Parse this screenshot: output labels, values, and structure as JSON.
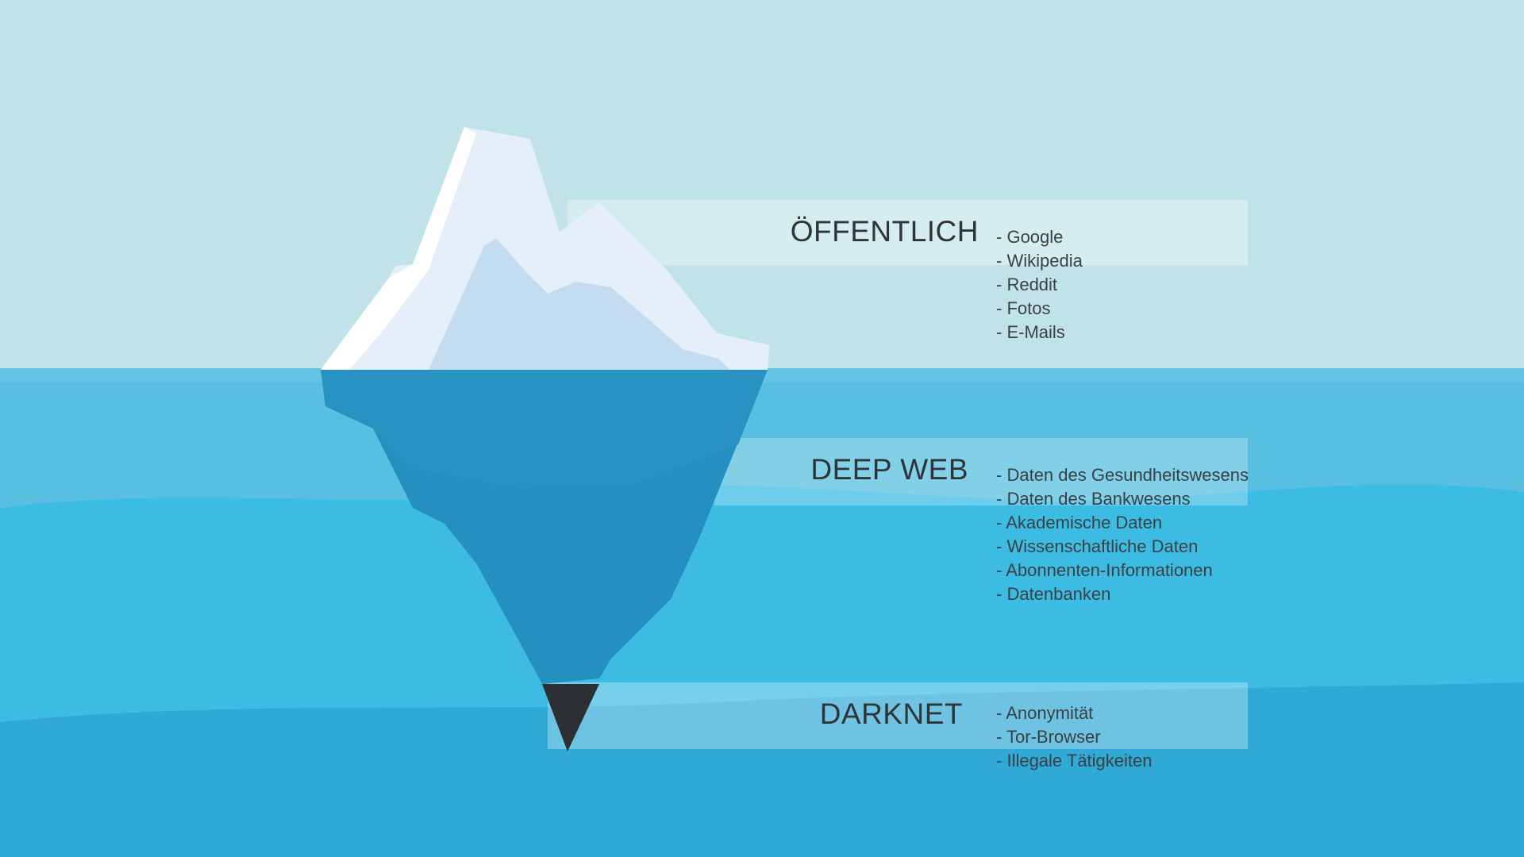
{
  "colors": {
    "sky": "#c0e3e9",
    "water_surface": "#58bfe0",
    "water_mid": "#3dbce3",
    "water_deep": "#31a9d6",
    "ice_light": "#ffffff",
    "ice_shade": "#c3dcf0",
    "ice_underwater": "#258fc0",
    "dark_tip": "#2d3033",
    "text": "#2f3438"
  },
  "layers": [
    {
      "title": "ÖFFENTLICH",
      "items": [
        "Google",
        "Wikipedia",
        "Reddit",
        "Fotos",
        "E-Mails"
      ]
    },
    {
      "title": "DEEP WEB",
      "items": [
        "Daten des Gesundheitswesens",
        "Daten des Bankwesens",
        "Akademische Daten",
        "Wissenschaftliche Daten",
        "Abonnenten-Informationen",
        "Datenbanken"
      ]
    },
    {
      "title": "DARKNET",
      "items": [
        "Anonymität",
        "Tor-Browser",
        "Illegale Tätigkeiten"
      ]
    }
  ]
}
